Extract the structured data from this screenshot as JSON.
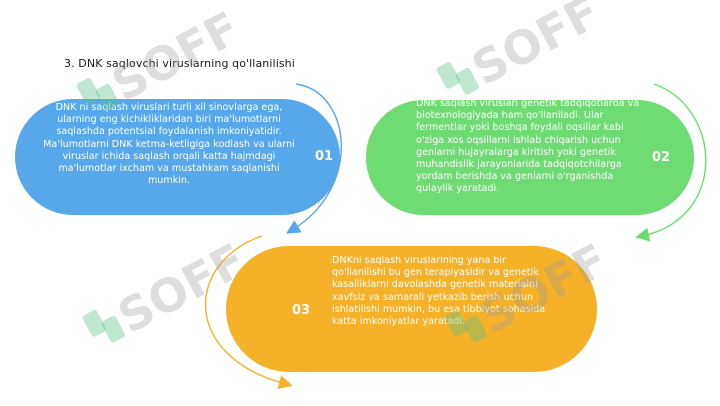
{
  "slide": {
    "title": "3. DNK saqlovchi viruslarning qo'llanilishi"
  },
  "items": [
    {
      "number": "01",
      "color": "#56a8ea",
      "text": "DNK ni saqlash viruslari turli xil sinovlarga ega, ularning eng kichikliklaridan biri ma'lumotlarni saqlashda potentsial foydalanish imkoniyatidir. Ma'lumotlarni DNK ketma-ketligiga kodlash va ularni viruslar ichida saqlash orqali katta hajmdagi ma'lumotlar ixcham va mustahkam saqlanishi mumkin."
    },
    {
      "number": "02",
      "color": "#6fdc73",
      "text": "DNK saqlash viruslari genetik tadqiqotlarda va biotexnologiyada ham qo'llaniladi. Ular fermentlar yoki boshqa foydali oqsillar kabi o'ziga xos oqsillarni ishlab chiqarish uchun genlarni hujayralarga kiritish yoki genetik muhandislik jarayonlarida tadqiqotchilarga yordam berishda va genlarni o'rganishda qulaylik yaratadi."
    },
    {
      "number": "03",
      "color": "#f5b128",
      "text": "DNKni saqlash viruslarining yana bir qo'llanilishi bu gen terapiyasidir va genetik kasalliklarni davolashda genetik materialni xavfsiz va samarali yetkazib berish uchun ishlatilishi mumkin, bu esa tibbiyot sohasida katta imkoniyatlar yaratadi."
    }
  ],
  "watermark": {
    "text": "SOFF"
  },
  "colors": {
    "blue_arrow": "#56a8ea",
    "green_arrow": "#6fdc73",
    "orange_arrow": "#f5b128"
  }
}
